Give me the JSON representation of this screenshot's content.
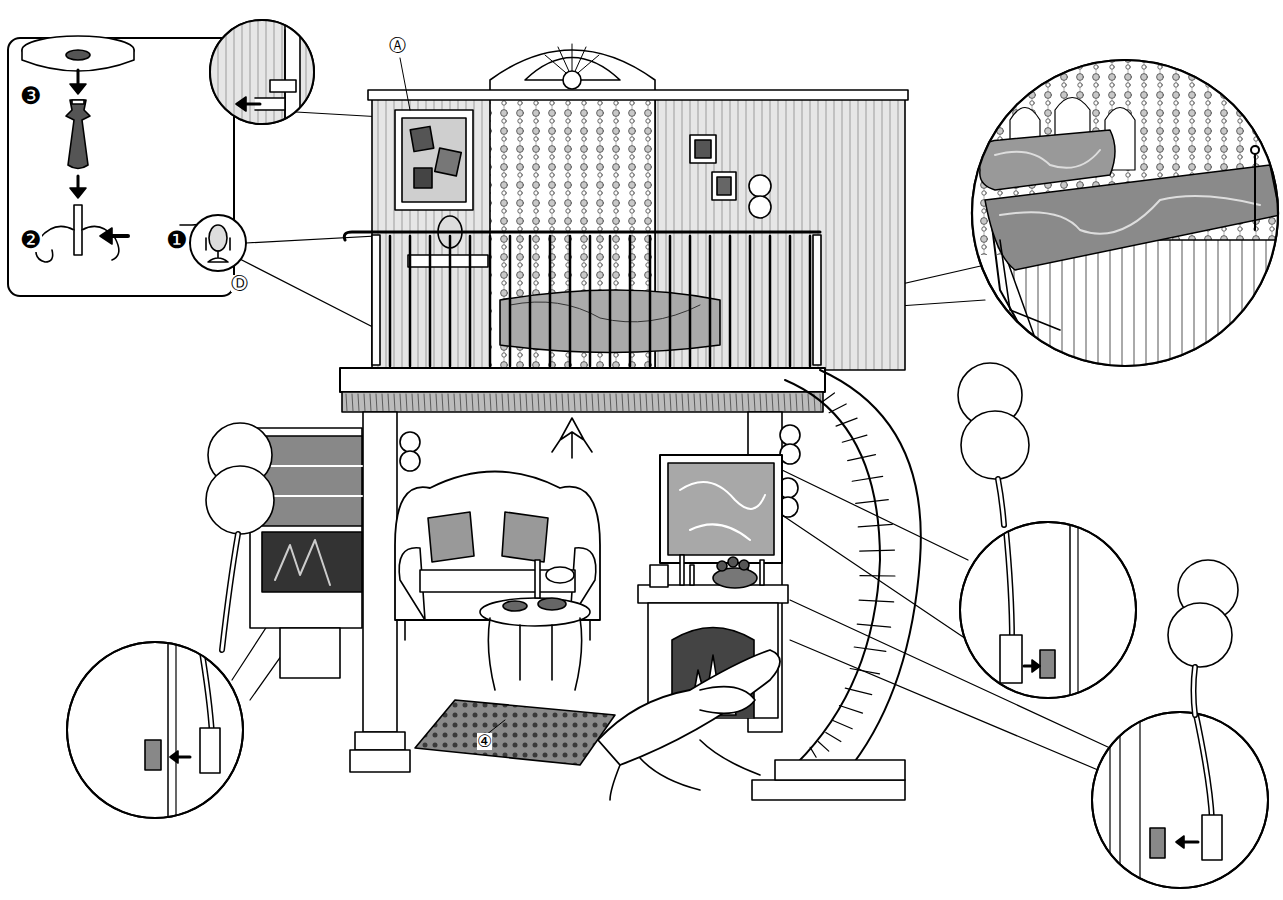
{
  "diagram": {
    "labels": [
      "Ⓐ",
      "❸",
      "Ⓓ",
      "❷",
      "❶",
      "④"
    ]
  }
}
